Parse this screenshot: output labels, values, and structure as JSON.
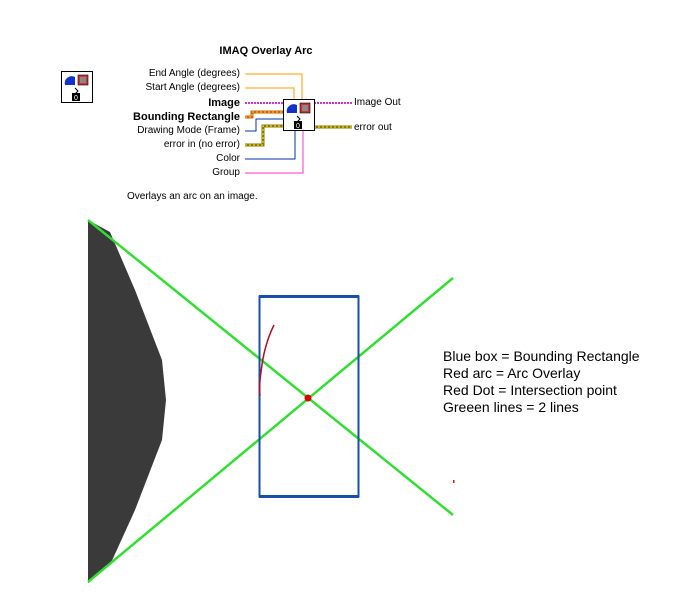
{
  "vi": {
    "title": "IMAQ Overlay Arc",
    "description": "Overlays an arc on an image.",
    "inputs": [
      {
        "label": "End Angle (degrees)",
        "bold": false
      },
      {
        "label": "Start Angle (degrees)",
        "bold": false
      },
      {
        "label": "Image",
        "bold": true
      },
      {
        "label": "Bounding Rectangle",
        "bold": true
      },
      {
        "label": "Drawing Mode (Frame)",
        "bold": false
      },
      {
        "label": "error in (no error)",
        "bold": false
      },
      {
        "label": "Color",
        "bold": false
      },
      {
        "label": "Group",
        "bold": false
      }
    ],
    "outputs": [
      {
        "label": "Image Out"
      },
      {
        "label": "error out"
      }
    ],
    "icon_badge": "0"
  },
  "legend": [
    "Blue box = Bounding Rectangle",
    "Red arc = Arc Overlay",
    "Red Dot  = Intersection point",
    "Greeen lines = 2 lines"
  ],
  "colors": {
    "orange_wire": "#ff9900",
    "purple_wire": "#cc33cc",
    "magenta_wire": "#ff33cc",
    "blue_wire": "#0033aa",
    "error_wire": "#ccaa00",
    "green_line": "#33dd33",
    "blue_box": "#1a4fa8",
    "red_arc": "#aa1122",
    "red_dot": "#dd0000",
    "dark_shape": "#3a3a3a"
  }
}
